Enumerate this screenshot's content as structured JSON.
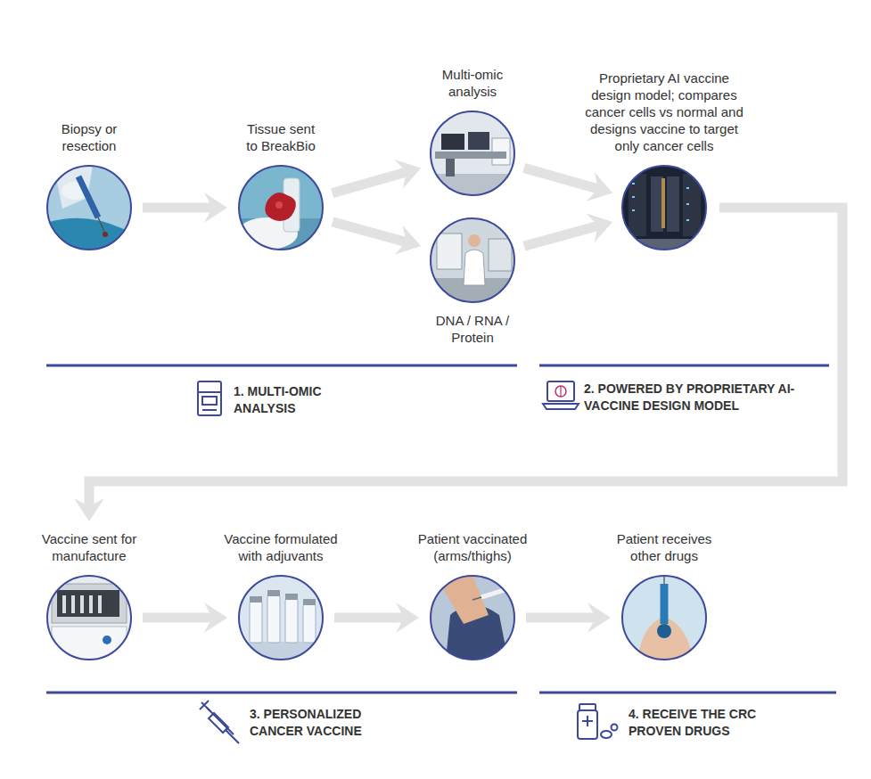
{
  "diagram": {
    "nodes": [
      {
        "text": [
          "Biopsy or resection"
        ]
      },
      {
        "text": [
          "Tissue sent to BreakBio"
        ]
      },
      {
        "text": [
          "Multi-omic analysis"
        ]
      },
      {
        "text": [
          "DNA / RNA / Protein"
        ]
      },
      {
        "text": [
          "Proprietary AI vaccine design model; compares cancer cells vs normal and designs vaccine to target only cancer cells"
        ]
      },
      {
        "text": [
          "Vaccine sent for manufacture"
        ]
      },
      {
        "text": [
          "Vaccine formulated with adjuvants"
        ]
      },
      {
        "text": [
          "Patient vaccinated (arms/thighs)"
        ]
      },
      {
        "text": [
          "Patient receives other drugs"
        ]
      }
    ],
    "edges": [
      {
        "from": 0,
        "to": 1,
        "arrow": "to"
      },
      {
        "from": 1,
        "to": 2,
        "arrow": "to"
      },
      {
        "from": 1,
        "to": 3,
        "arrow": "to"
      },
      {
        "from": 2,
        "to": 4,
        "arrow": "to"
      },
      {
        "from": 3,
        "to": 4,
        "arrow": "to"
      },
      {
        "from": 4,
        "to": 5,
        "arrow": "to"
      },
      {
        "from": 5,
        "to": 6,
        "arrow": "to"
      },
      {
        "from": 6,
        "to": 7,
        "arrow": "to"
      },
      {
        "from": 7,
        "to": 8,
        "arrow": "to"
      }
    ],
    "labels": [
      "1. MULTI-OMIC ANALYSIS",
      "2. POWERED BY PROPRIETARY AI-VACCINE DESIGN MODEL",
      "3. PERSONALIZED CANCER VACCINE",
      "4. RECEIVE THE CRC PROVEN DRUGS"
    ]
  }
}
